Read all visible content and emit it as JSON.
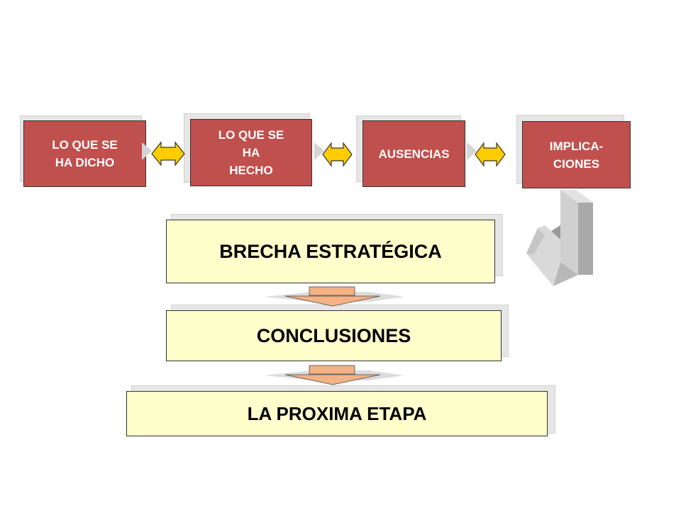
{
  "steps": [
    {
      "label": "LO QUE SE\nHA DICHO"
    },
    {
      "label": "LO QUE SE\nHA\nHECHO"
    },
    {
      "label": "AUSENCIAS"
    },
    {
      "label": "IMPLICA-\nCIONES"
    }
  ],
  "stages": {
    "brecha": "BRECHA ESTRATÉGICA",
    "conclusiones": "CONCLUSIONES",
    "proxima": "LA PROXIMA ETAPA"
  },
  "colors": {
    "step_fill": "#c0504d",
    "stage_fill": "#ffffcc",
    "double_arrow_fill": "#ffcc00",
    "down_arrow_fill": "#f4b183",
    "turn_arrow_fill": "#c0c0c0"
  }
}
